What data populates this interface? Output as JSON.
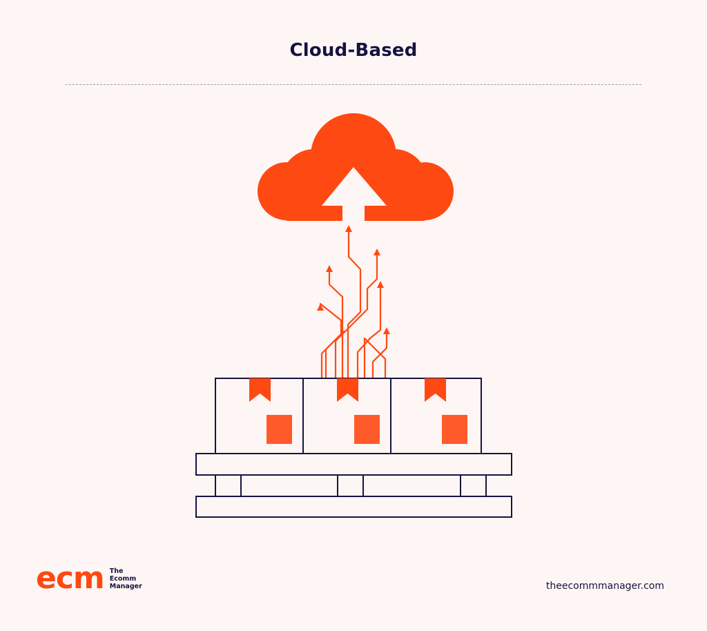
{
  "header": {
    "title": "Cloud-Based"
  },
  "brand": {
    "logo_mark": "ecm",
    "logo_words": [
      "The",
      "Ecomm",
      "Manager"
    ],
    "website": "theecommmanager.com"
  },
  "colors": {
    "background": "#fdf6f4",
    "accent": "#ff4912",
    "ink": "#16123f"
  },
  "illustration": {
    "icons": [
      "cloud-upload-icon",
      "arrow-up-icon",
      "box-icon",
      "bookmark-icon",
      "label-icon",
      "pallet-icon"
    ],
    "box_count": 3
  }
}
